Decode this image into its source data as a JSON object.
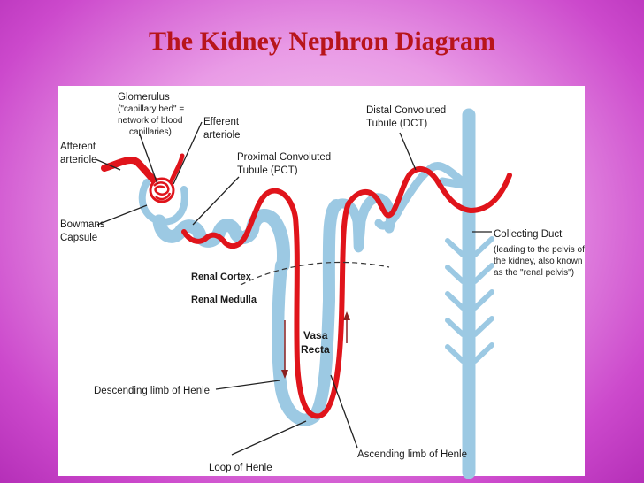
{
  "title": "The Kidney Nephron Diagram",
  "labels": {
    "glomerulus": "Glomerulus",
    "glomerulus_note_1": "(\"capillary bed\" =",
    "glomerulus_note_2": "network of blood",
    "glomerulus_note_3": "capillaries)",
    "efferent_1": "Efferent",
    "efferent_2": "arteriole",
    "afferent_1": "Afferent",
    "afferent_2": "arteriole",
    "pct_1": "Proximal Convoluted",
    "pct_2": "Tubule (PCT)",
    "dct_1": "Distal Convoluted",
    "dct_2": "Tubule (DCT)",
    "bowmans_1": "Bowmans",
    "bowmans_2": "Capsule",
    "collecting_duct": "Collecting Duct",
    "collecting_note_1": "(leading to the pelvis of",
    "collecting_note_2": "the kidney, also known",
    "collecting_note_3": "as the \"renal pelvis\")",
    "renal_cortex": "Renal Cortex",
    "renal_medulla": "Renal Medulla",
    "vasa_1": "Vasa",
    "vasa_2": "Recta",
    "descending_limb": "Descending limb of Henle",
    "ascending_limb": "Ascending limb of Henle",
    "loop_of_henle": "Loop of Henle"
  },
  "colors": {
    "title": "#b8151b",
    "tubule": "#9cc9e3",
    "vessel": "#e0141b",
    "leader": "#222222"
  }
}
